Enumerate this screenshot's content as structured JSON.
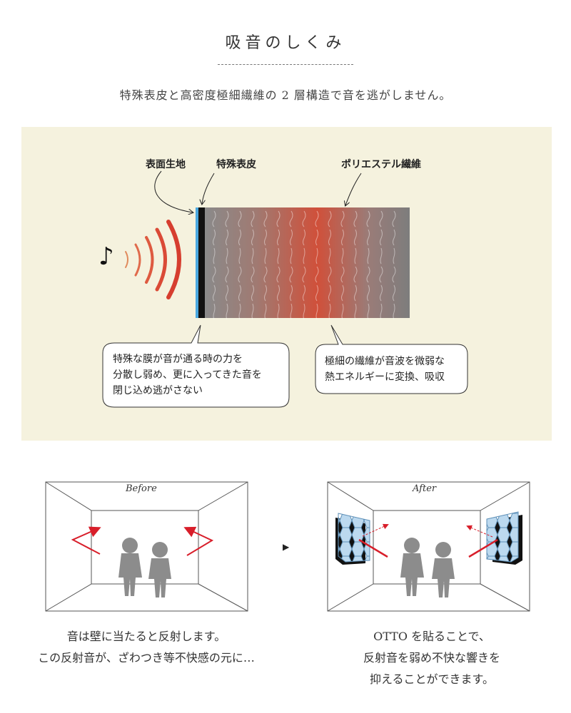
{
  "header": {
    "title": "吸音のしくみ",
    "subtitle": "特殊表皮と高密度極細繊維の 2 層構造で音を逃がしません。"
  },
  "diagram": {
    "labels": {
      "surface_fabric": "表面生地",
      "special_skin": "特殊表皮",
      "polyester_fiber": "ポリエステル繊維"
    },
    "bubbles": {
      "left": "特殊な膜が音が通る時の力を\n分散し弱め、更に入ってきた音を\n閉じ込め逃がさない",
      "right": "極細の繊維が音波を微弱な\n熱エネルギーに変換、吸収"
    },
    "note_glyph": "♪",
    "colors": {
      "panel_bg": "#f5f2de",
      "surface_blue": "#4aa8e0",
      "skin_black": "#111111",
      "fiber_red": "#d0503a",
      "fiber_gray": "#7d7d7d"
    }
  },
  "rooms": {
    "before": {
      "title": "Before",
      "caption": "音は壁に当たると反射します。\nこの反射音が、ざわつき等不快感の元に…"
    },
    "after": {
      "title": "After",
      "caption": "OTTO を貼ることで、\n反射音を弱め不快な響きを\n抑えることができます。"
    },
    "separator": "▶"
  }
}
